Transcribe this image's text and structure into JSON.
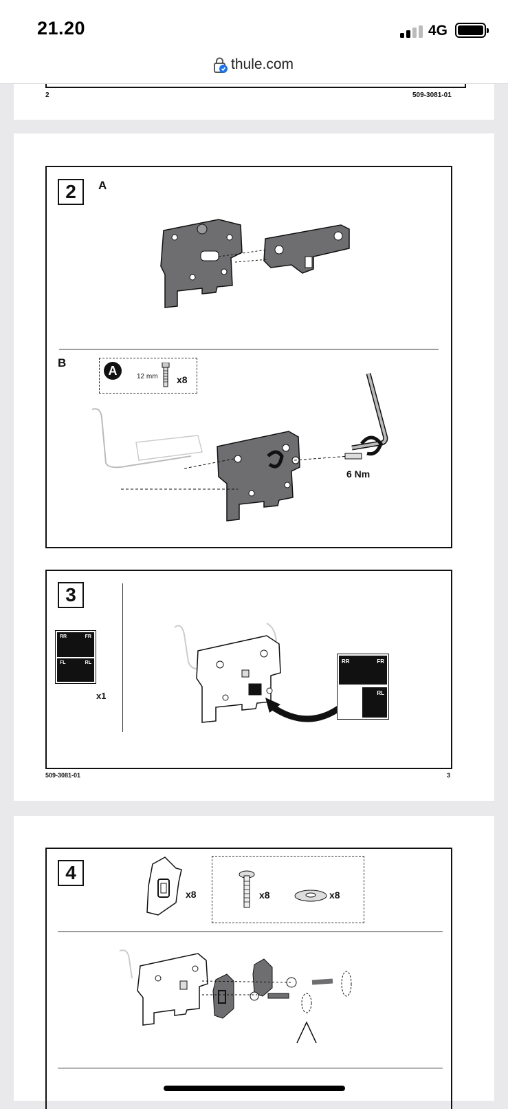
{
  "status": {
    "time": "21.20",
    "network": "4G"
  },
  "browser": {
    "url": "thule.com"
  },
  "page2_footer": {
    "left": "2",
    "right": "509-3081-01"
  },
  "step2": {
    "number": "2",
    "labelA": "A",
    "labelB": "B",
    "inset_letter": "A",
    "bolt_size": "12 mm",
    "qty": "x8",
    "torque": "6 Nm"
  },
  "step3": {
    "number": "3",
    "sticker_qty": "x1",
    "sticker": {
      "rr": "RR",
      "fr": "FR",
      "fl": "FL",
      "rl": "RL"
    }
  },
  "page3_footer": {
    "left": "509-3081-01",
    "right": "3"
  },
  "step4": {
    "number": "4",
    "qty_pad": "x8",
    "qty_bolt": "x8",
    "qty_washer": "x8"
  },
  "colors": {
    "part_fill": "#6e6e70",
    "line": "#111111",
    "accent": "#1a73e8"
  }
}
